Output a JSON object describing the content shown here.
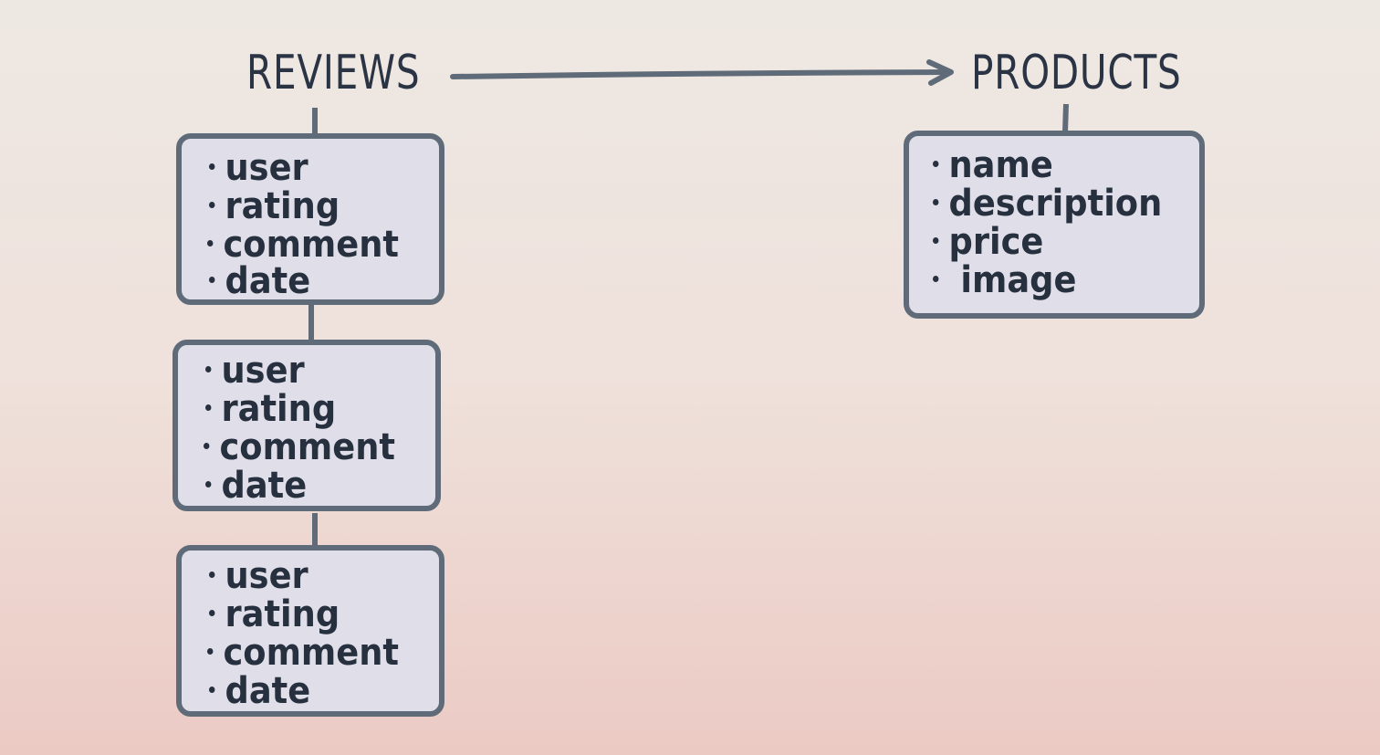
{
  "headings": {
    "reviews": "REVIEWS",
    "products": "PRODUCTS"
  },
  "review_cards": [
    {
      "fields": [
        "user",
        "rating",
        "comment",
        "date"
      ]
    },
    {
      "fields": [
        "user",
        "rating",
        "comment",
        "date"
      ]
    },
    {
      "fields": [
        "user",
        "rating",
        "comment",
        "date"
      ]
    }
  ],
  "product_card": {
    "fields": [
      "name",
      "description",
      "price",
      "image"
    ]
  },
  "colors": {
    "background_top": "#eee8e3",
    "background_bottom": "#eccac4",
    "card_fill": "#e0dfe9",
    "card_border": "#5f6b78",
    "ink": "#2a3444"
  }
}
